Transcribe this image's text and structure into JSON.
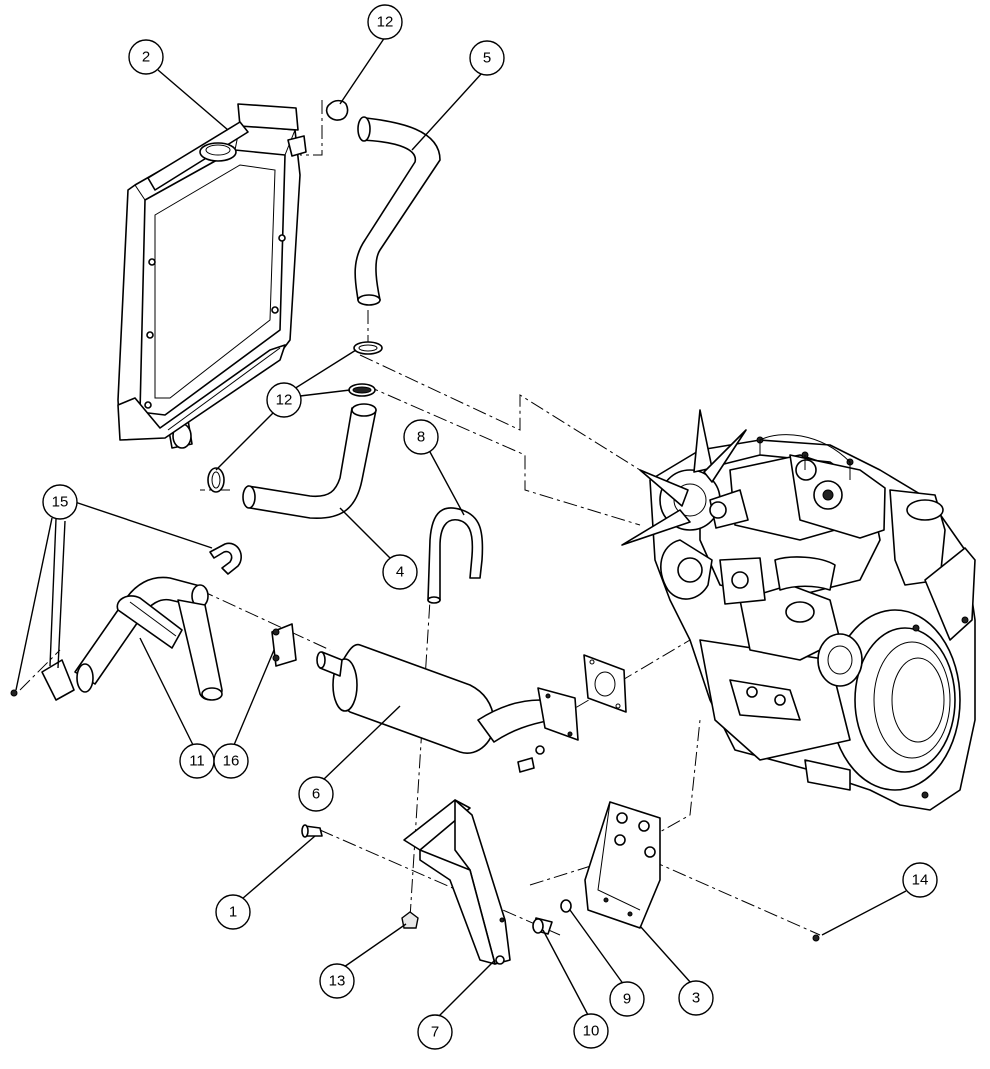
{
  "diagram": {
    "type": "exploded-parts-view",
    "balloons": [
      {
        "id": "b1",
        "label": "1"
      },
      {
        "id": "b2",
        "label": "2"
      },
      {
        "id": "b3",
        "label": "3"
      },
      {
        "id": "b4",
        "label": "4"
      },
      {
        "id": "b5",
        "label": "5"
      },
      {
        "id": "b6",
        "label": "6"
      },
      {
        "id": "b7",
        "label": "7"
      },
      {
        "id": "b8",
        "label": "8"
      },
      {
        "id": "b9",
        "label": "9"
      },
      {
        "id": "b10",
        "label": "10"
      },
      {
        "id": "b11",
        "label": "11"
      },
      {
        "id": "b12a",
        "label": "12"
      },
      {
        "id": "b12b",
        "label": "12"
      },
      {
        "id": "b13",
        "label": "13"
      },
      {
        "id": "b14",
        "label": "14"
      },
      {
        "id": "b15",
        "label": "15"
      },
      {
        "id": "b16",
        "label": "16"
      }
    ]
  }
}
